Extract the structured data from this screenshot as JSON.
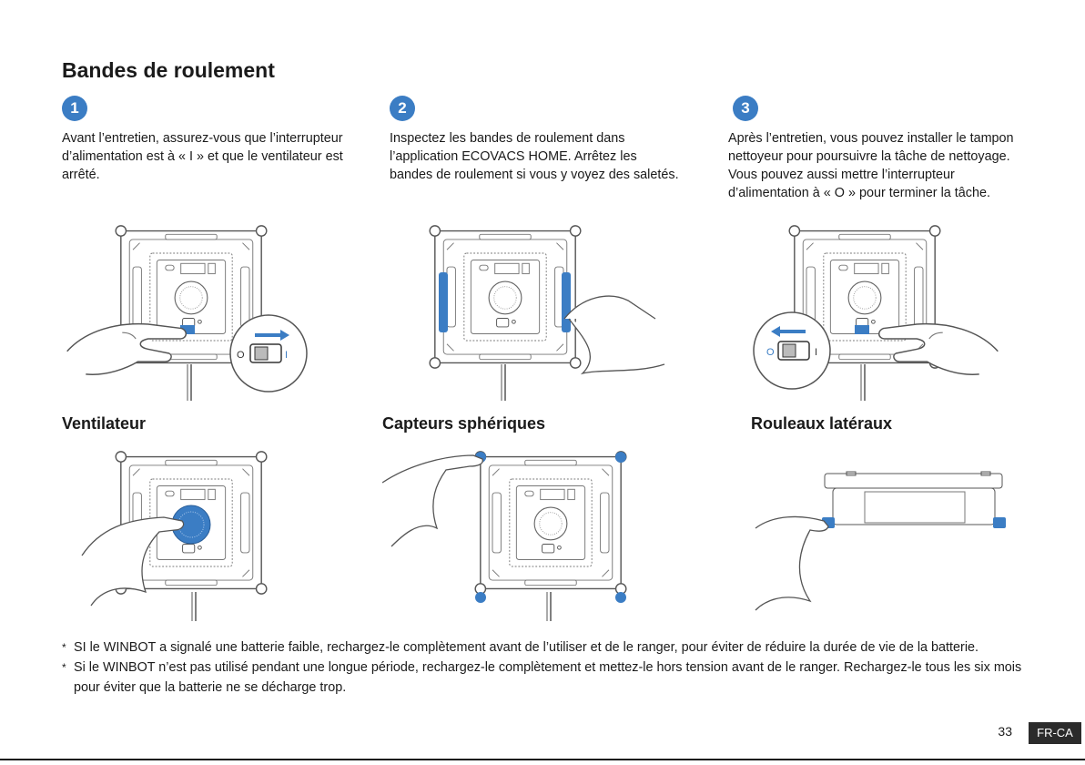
{
  "page": {
    "title": "Bandes de roulement",
    "page_number": "33",
    "language_tag": "FR-CA"
  },
  "steps": [
    {
      "number": "1",
      "text": "Avant l’entretien, assurez-vous que l’interrupteur d’alimentation est à « I » et que le ventilateur est arrêté."
    },
    {
      "number": "2",
      "text": "Inspectez les bandes de roulement dans l’application ECOVACS HOME. Arrêtez les bandes de roulement si vous y voyez des saletés."
    },
    {
      "number": "3",
      "text": "Après l’entretien, vous pouvez installer le tampon nettoyeur pour poursuivre la tâche de nettoyage.\nVous pouvez aussi mettre l’interrupteur d’alimentation à « O » pour terminer la tâche."
    }
  ],
  "sections": {
    "fan": "Ventilateur",
    "spherical_sensors": "Capteurs sphériques",
    "side_rollers": "Rouleaux latéraux"
  },
  "switch_labels": {
    "off": "O",
    "on": "I"
  },
  "notes": [
    "SI le WINBOT a signalé une batterie faible, rechargez-le complètement avant de l’utiliser et de le ranger, pour éviter de réduire la durée de vie de la batterie.",
    "Si le WINBOT n’est pas utilisé pendant une longue période, rechargez-le complètement et mettez-le hors tension avant de le ranger. Rechargez-le tous les six mois pour éviter que la batterie ne se décharge trop."
  ],
  "note_marker": "*",
  "colors": {
    "accent": "#3b7dc4",
    "text": "#1a1a1a",
    "badge_bg": "#2b2b2b"
  }
}
